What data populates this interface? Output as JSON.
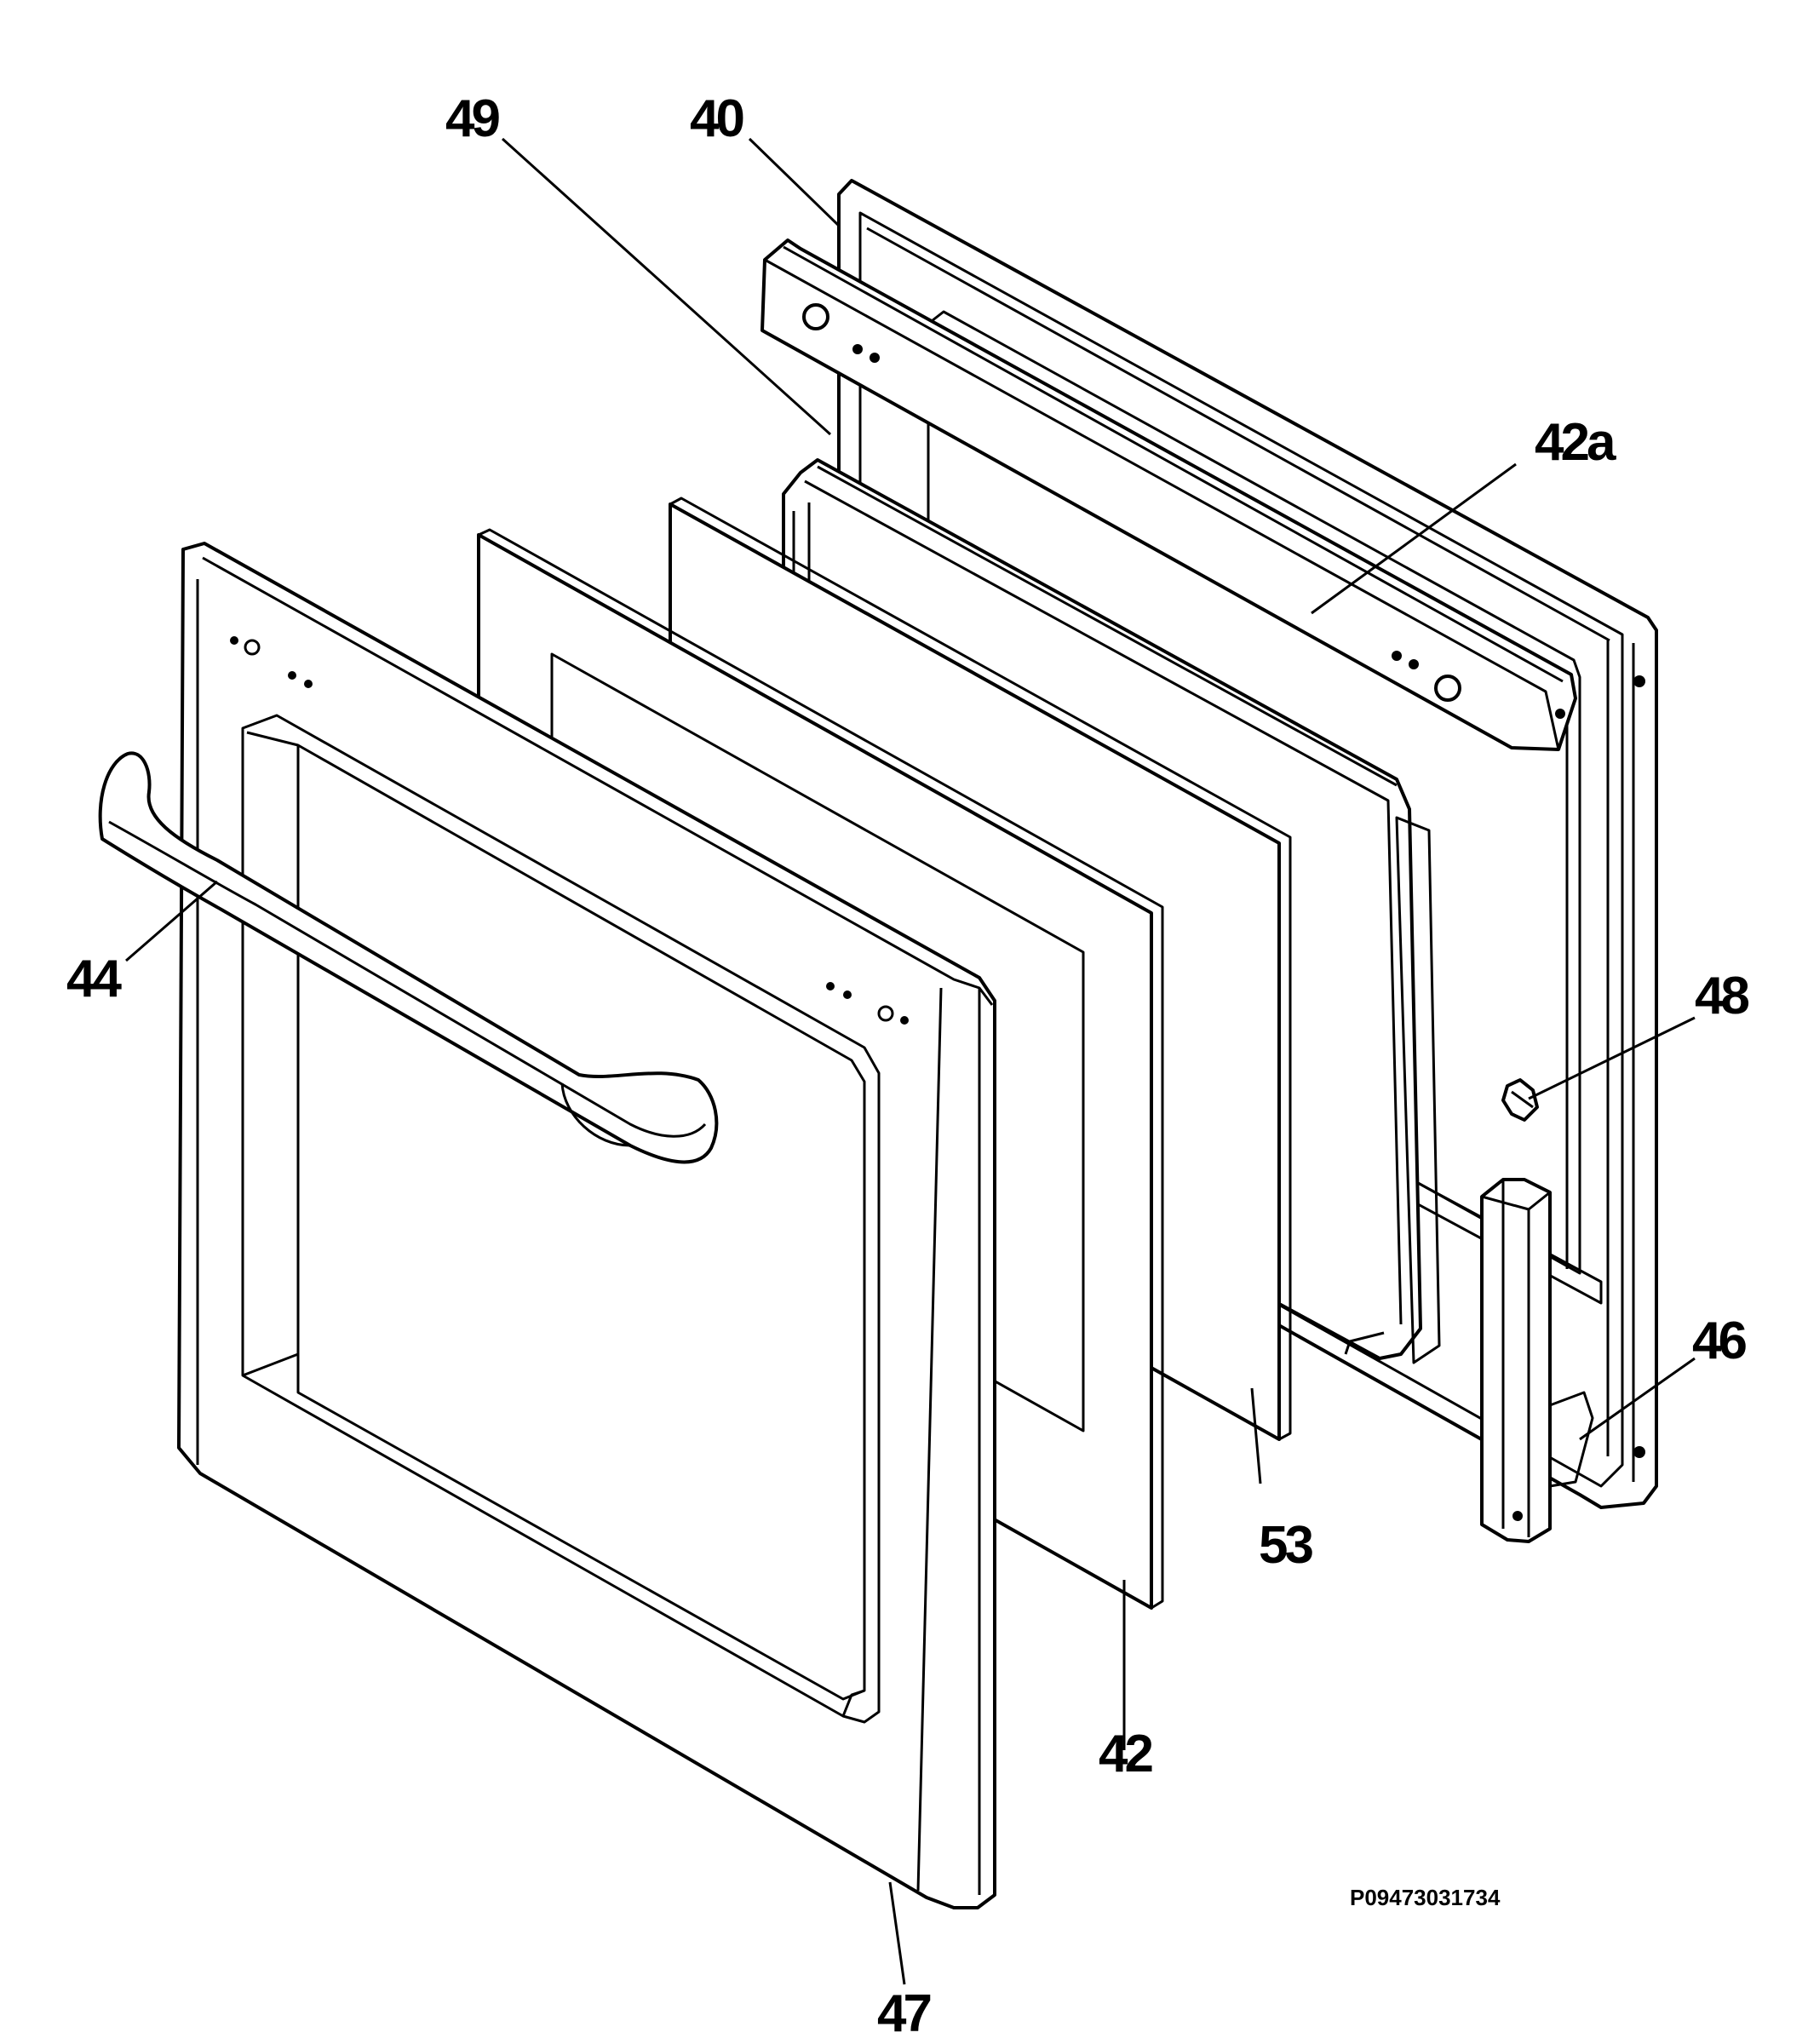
{
  "callouts": {
    "c40": "40",
    "c42": "42",
    "c42a": "42a",
    "c44": "44",
    "c46": "46",
    "c47": "47",
    "c48": "48",
    "c49": "49",
    "c53": "53"
  },
  "drawing_code": "P09473031734"
}
